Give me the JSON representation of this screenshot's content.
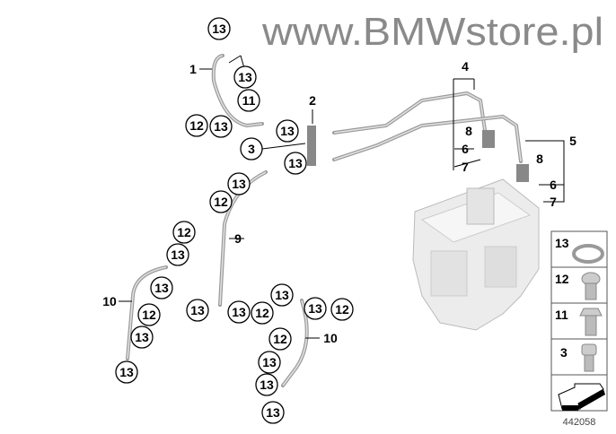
{
  "diagram": {
    "watermark": "www.BMWstore.pl",
    "callouts": [
      "13",
      "13",
      "11",
      "12",
      "13",
      "13",
      "3",
      "13",
      "13",
      "12",
      "12",
      "13",
      "13",
      "12",
      "13",
      "13",
      "13",
      "13",
      "12",
      "13",
      "13",
      "12",
      "12",
      "13",
      "13",
      "13"
    ],
    "labels": {
      "part1": "1",
      "part2": "2",
      "part4": "4",
      "part5": "5",
      "part6a": "6",
      "part6b": "6",
      "part7a": "7",
      "part7b": "7",
      "part8a": "8",
      "part8b": "8",
      "part9": "9",
      "part10a": "10",
      "part10b": "10"
    },
    "legend": [
      {
        "label": "13",
        "icon": "sealing-ring-icon"
      },
      {
        "label": "12",
        "icon": "banjo-bolt-round-icon"
      },
      {
        "label": "11",
        "icon": "banjo-bolt-hex-icon"
      },
      {
        "label": "3",
        "icon": "socket-screw-icon"
      }
    ],
    "diagram_number": "442058"
  }
}
